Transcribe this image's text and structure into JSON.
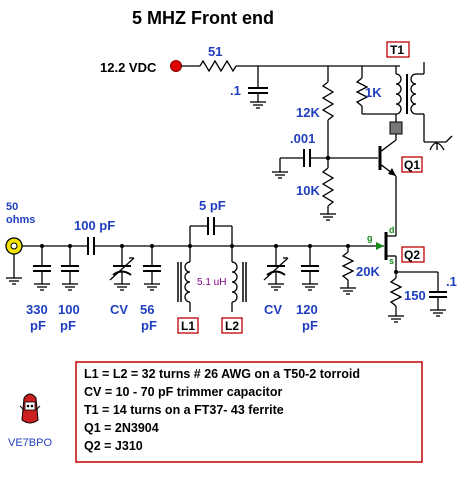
{
  "title": "5 MHZ Front end",
  "supply": "12.2 VDC",
  "input": {
    "line1": "50",
    "line2": "ohms"
  },
  "components": {
    "r_supply": "51",
    "c_bypass": ".1",
    "r_12k": "12K",
    "r_1k": "1K",
    "c_001": ".001",
    "r_10k": "10K",
    "c_100pf_series": "100 pF",
    "c_5pf": "5 pF",
    "inductor_value": "5.1 uH",
    "r_20k": "20K",
    "r_150": "150",
    "c_source_bypass": ".1",
    "c330_value": "330",
    "c330_unit": "pF",
    "c100_value": "100",
    "c100_unit": "pF",
    "cv1": "CV",
    "c56_value": "56",
    "c56_unit": "pF",
    "cv2": "CV",
    "c120_value": "120",
    "c120_unit": "pF"
  },
  "tags": {
    "t1": "T1",
    "q1": "Q1",
    "q2": "Q2",
    "l1": "L1",
    "l2": "L2"
  },
  "pins": {
    "g": "g",
    "d": "d",
    "s": "s"
  },
  "notes": [
    "L1 = L2 = 32 turns # 26 AWG on a T50-2  torroid",
    "CV = 10 - 70 pF trimmer capacitor",
    "T1 = 14 turns on a FT37- 43 ferrite",
    "Q1 = 2N3904",
    "Q2 = J310"
  ],
  "callsign": "VE7BPO",
  "colors": {
    "label_blue": "#1f3fbf",
    "tag_red": "#c00000",
    "supply_dot": "#e00000",
    "pin_green": "#1a8a1a",
    "inductor_purple": "#800080"
  }
}
